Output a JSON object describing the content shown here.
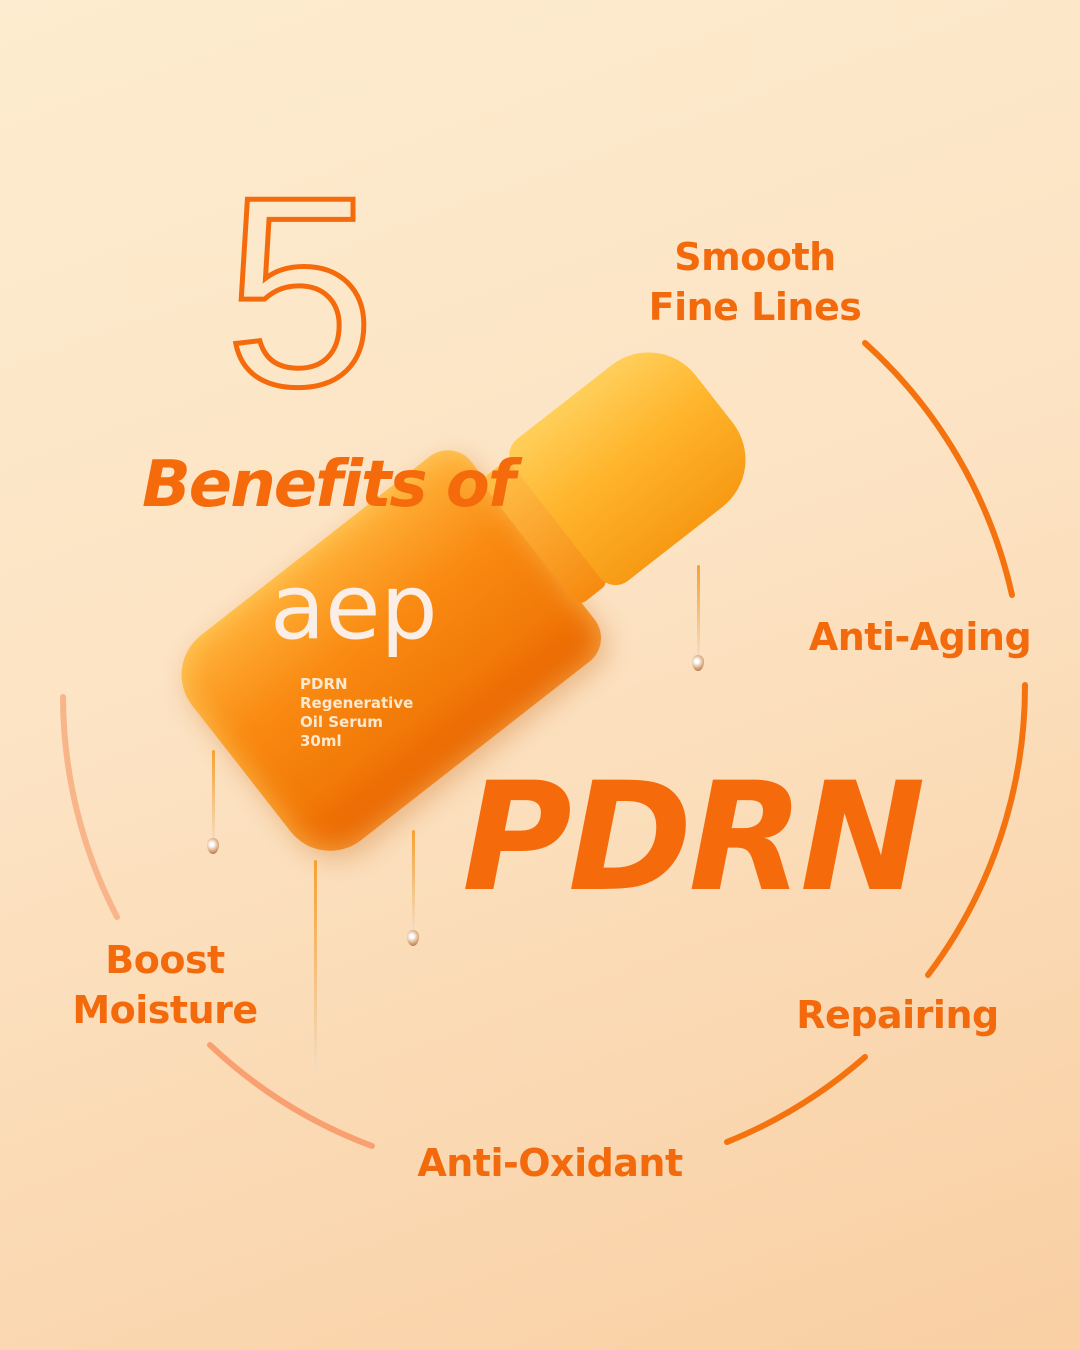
{
  "headline": {
    "number": "5",
    "line1": "Benefits of",
    "line2": "PDRN"
  },
  "benefits": [
    "Smooth Fine Lines",
    "Anti-Aging",
    "Repairing",
    "Anti-Oxidant",
    "Boost Moisture"
  ],
  "benefit_lines": {
    "smooth": [
      "Smooth",
      "Fine Lines"
    ],
    "boost": [
      "Boost",
      "Moisture"
    ]
  },
  "product": {
    "logo": "aep",
    "name_lines": [
      "PDRN",
      "Regenerative",
      "Oil Serum"
    ],
    "volume": "30ml"
  },
  "colors": {
    "accent": "#f36a0d",
    "background": "#fce3c3"
  }
}
